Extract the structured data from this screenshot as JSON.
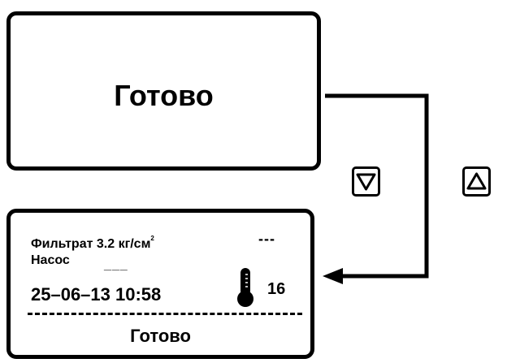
{
  "top_screen": {
    "status": "Готово"
  },
  "bottom_screen": {
    "filter_label": "Фильтрат 3.2 кг/см",
    "filter_unit_sup": "2",
    "filter_dashes": "---",
    "pump_label": "Насос",
    "pump_dashes": "___",
    "datetime": "25–06–13   10:58",
    "temperature": "16",
    "status": "Готово"
  },
  "keys": {
    "down": "down-arrow-icon",
    "up": "up-arrow-icon"
  },
  "colors": {
    "stroke": "#000000",
    "background": "#ffffff"
  }
}
